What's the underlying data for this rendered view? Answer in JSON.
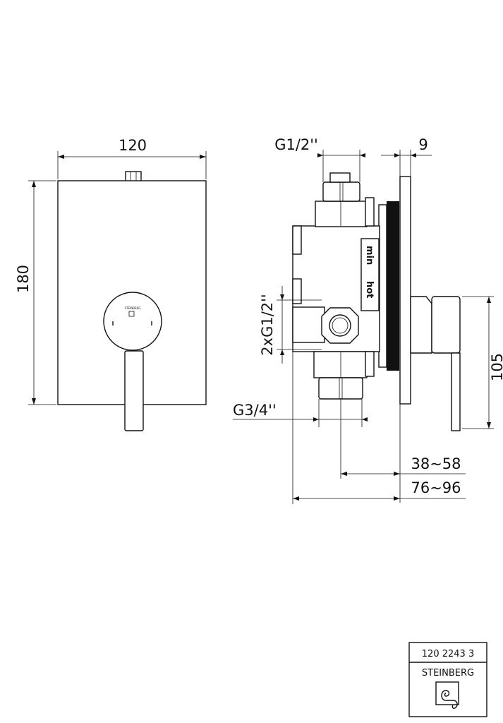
{
  "front_view": {
    "width_label": "120",
    "height_label": "180",
    "brand_mark": "STEINBERG"
  },
  "side_view": {
    "inlet_top_label": "G1/2''",
    "plate_label": "9",
    "side_ports_label": "2xG1/2''",
    "outlet_label": "G3/4''",
    "handle_height_label": "105",
    "depth_inner_label": "38~58",
    "depth_outer_label": "76~96",
    "marking_1": "min",
    "marking_2": "hot"
  },
  "title_block": {
    "article_number": "120 2243 3",
    "brand": "STEINBERG"
  }
}
